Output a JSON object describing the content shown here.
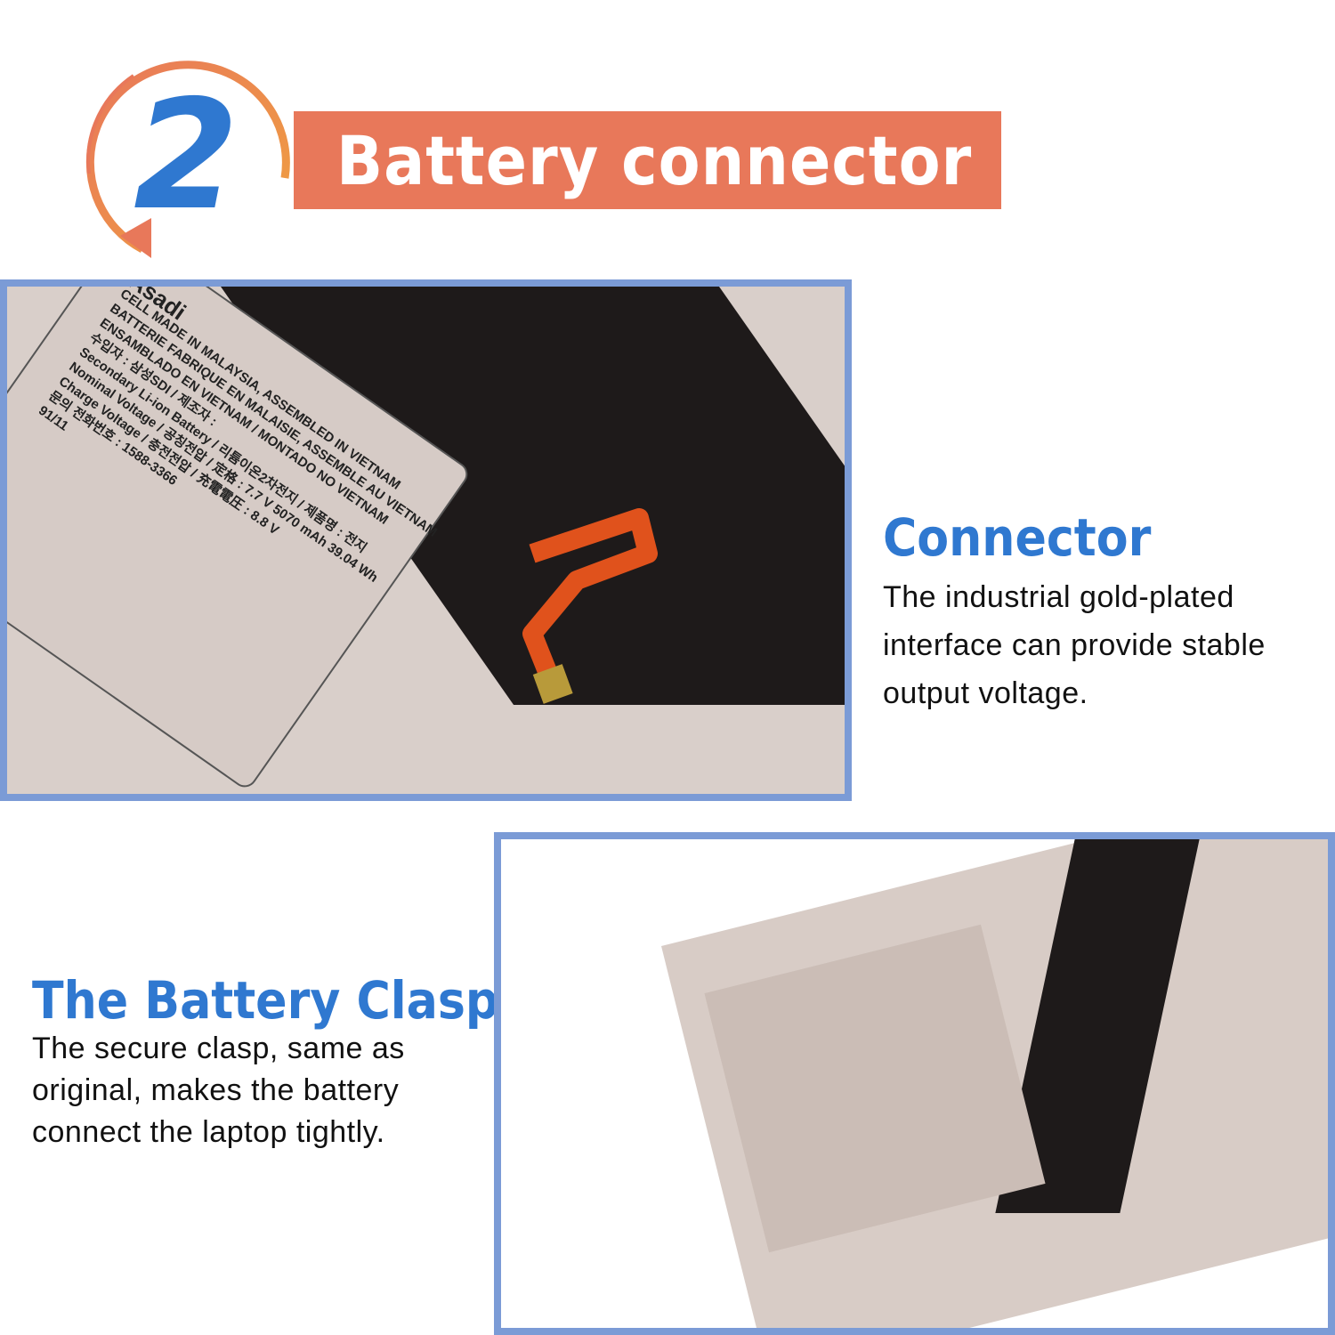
{
  "header": {
    "step_number": "2",
    "title": "Battery connector",
    "accent_color": "#e8785a",
    "number_color": "#2f78d0"
  },
  "connector": {
    "heading": "Connector",
    "description": "The industrial gold-plated interface can provide stable output voltage."
  },
  "clasp": {
    "heading": "The Battery Clasp",
    "description": "The secure clasp, same as original, makes the battery connect the laptop tightly."
  },
  "battery_label": {
    "brand": "Asadi",
    "lines": [
      "CELL MADE IN MALAYSIA, ASSEMBLED IN VIETNAM",
      "BATTERIE FABRIQUE EN MALAISIE, ASSEMBLE AU VIETNAM",
      "ENSAMBLADO EN VIETNAM / MONTADO NO VIETNAM",
      "수입자 : 삼성SDI / 제조자 :",
      "Secondary Li-ion Battery / 리튬이온2차전지 / 제품명 : 전지",
      "Nominal Voltage / 공칭전압 / 定格 : 7.7 V  5070 mAh  39.04 Wh",
      "Charge Voltage / 충전전압 / 充電電圧 : 8.8 V",
      "문의 전화번호 : 1588-3366",
      "91/11"
    ]
  }
}
